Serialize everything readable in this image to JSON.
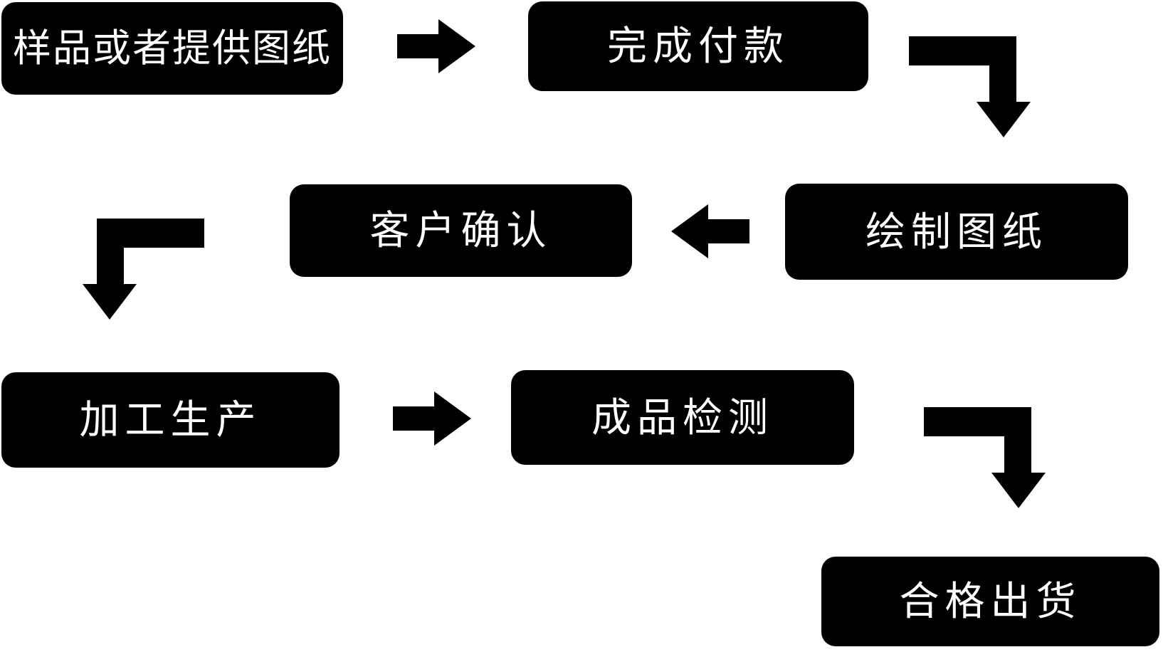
{
  "diagram": {
    "type": "flowchart",
    "background_color": "#ffffff",
    "node_fill_color": "#000000",
    "node_text_color": "#ffffff",
    "arrow_color": "#000000",
    "nodes": [
      {
        "id": "sample",
        "label": "样品或者提供图纸"
      },
      {
        "id": "payment",
        "label": "完成付款"
      },
      {
        "id": "draw",
        "label": "绘制图纸"
      },
      {
        "id": "confirm",
        "label": "客户确认"
      },
      {
        "id": "produce",
        "label": "加工生产"
      },
      {
        "id": "inspect",
        "label": "成品检测"
      },
      {
        "id": "ship",
        "label": "合格出货"
      }
    ],
    "arrows": [
      {
        "from": "样品或者提供图纸",
        "to": "完成付款",
        "shape": "straight-right"
      },
      {
        "from": "完成付款",
        "to": "绘制图纸",
        "shape": "elbow-right-down"
      },
      {
        "from": "绘制图纸",
        "to": "客户确认",
        "shape": "straight-left"
      },
      {
        "from": "客户确认",
        "to": "加工生产",
        "shape": "elbow-left-down"
      },
      {
        "from": "加工生产",
        "to": "成品检测",
        "shape": "straight-right"
      },
      {
        "from": "成品检测",
        "to": "合格出货",
        "shape": "elbow-right-down"
      }
    ]
  }
}
